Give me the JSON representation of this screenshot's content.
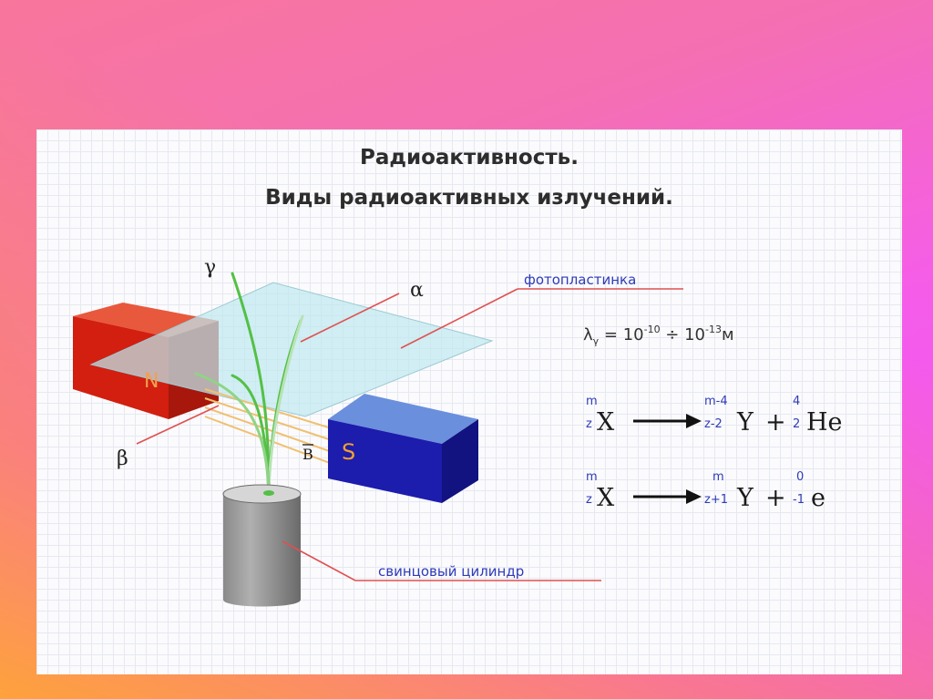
{
  "title_line1": "Радиоактивность.",
  "title_line2": "Виды радиоактивных излучений.",
  "labels": {
    "gamma": "γ",
    "alpha": "α",
    "beta": "β",
    "north": "N",
    "south": "S",
    "field": "B",
    "photoplate": "фотопластинка",
    "lead_cylinder": "свинцовый цилиндр"
  },
  "wavelength": {
    "symbol": "λ",
    "sub": "γ",
    "eq": " = 10",
    "exp1": "-10",
    "mid": " ÷ 10",
    "exp2": "-13",
    "unit": "м"
  },
  "alpha_decay": {
    "X": "X",
    "X_top": "m",
    "X_bot": "z",
    "Y": "Y",
    "Y_top": "m-4",
    "Y_bot": "z-2",
    "plus": "+",
    "He": "He",
    "He_top": "4",
    "He_bot": "2"
  },
  "beta_decay": {
    "X": "X",
    "X_top": "m",
    "X_bot": "z",
    "Y": "Y",
    "Y_top": "m",
    "Y_bot": "z+1",
    "plus": "+",
    "e": "e",
    "e_top": "0",
    "e_bot": "-1"
  },
  "colors": {
    "magnet_north": "#d21f10",
    "magnet_south": "#1c1cad",
    "label_line": "#e05050",
    "script_blue": "#2e3bb8",
    "rays": "#54c046"
  }
}
